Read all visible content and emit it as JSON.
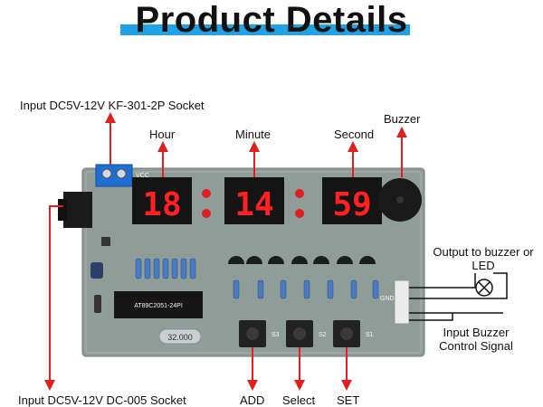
{
  "title": "Product Details",
  "labels": {
    "dc_socket_kf": "Input DC5V-12V KF-301-2P Socket",
    "hour": "Hour",
    "minute": "Minute",
    "second": "Second",
    "buzzer": "Buzzer",
    "output": "Output to buzzer or LED",
    "input_buzzer": "Input Buzzer Control Signal",
    "dc_socket_005": "Input DC5V-12V DC-005 Socket",
    "add": "ADD",
    "select": "Select",
    "set": "SET"
  },
  "board": {
    "display_hour": "18",
    "display_minute": "14",
    "display_second": "59",
    "vcc": "VCC",
    "gnd": "GND",
    "crystal": "32.000",
    "chip": "AT89C2051-24PI",
    "s1": "S1",
    "s2": "S2",
    "s3": "S3"
  },
  "colors": {
    "accent": "#1fa3e6",
    "arrow": "#e02020",
    "pcb": "#8f9c98",
    "digit": "#ff2020"
  }
}
